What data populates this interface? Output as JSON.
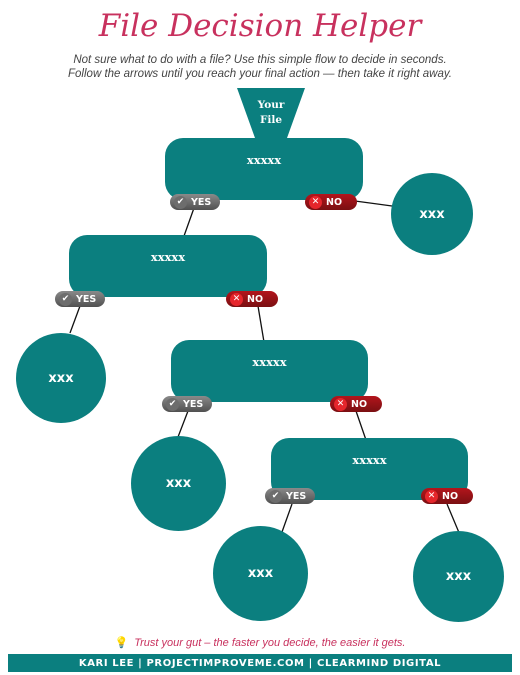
{
  "title": "File Decision Helper",
  "subtitle_line1": "Not sure what to do with a file? Use this simple flow to decide in seconds.",
  "subtitle_line2": "Follow the arrows until you reach your final action — then take it right away.",
  "start": {
    "line1": "Your",
    "line2": "File"
  },
  "decisions": [
    "xxxxx",
    "xxxxx",
    "xxxxx",
    "xxxxx"
  ],
  "outcomes": [
    "xxx",
    "xxx",
    "xxx",
    "xxx",
    "xxx"
  ],
  "yes_label": "YES",
  "no_label": "NO",
  "tip": "Trust your gut – the faster you decide, the easier it gets.",
  "footer": "KARI LEE | PROJECTIMPROVEME.COM | CLEARMIND DIGITAL",
  "colors": {
    "teal": "#0b7f7f",
    "title": "#c8315e",
    "yes": "#6d6d6d",
    "no": "#b3151c"
  },
  "icons": {
    "yes": "check-icon",
    "no": "x-icon",
    "tip": "lightbulb-icon"
  }
}
